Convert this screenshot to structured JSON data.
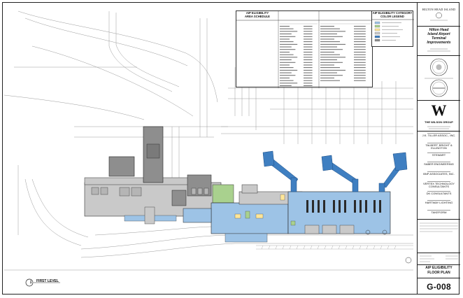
{
  "tables": {
    "area_schedule_title_1": "AIP ELIGIBILITY",
    "area_schedule_title_2": "AREA SCHEDULE",
    "legend_title_1": "AIP ELIGIBILITY CATEGORY",
    "legend_title_2": "COLOR LEGEND"
  },
  "title_block": {
    "project_name_1": "Hilton Head",
    "project_name_2": "Island Airport",
    "project_name_3": "Terminal",
    "project_name_4": "Improvements",
    "firm": "THE WILSON GROUP",
    "consultants": [
      "J.K. TILLER ASSOC., INC.",
      "TALBERT, BRIGHT & ELLINGTON",
      "STEWART",
      "SABER ENGINEERING",
      "BNP ASSOCIATES, INC.",
      "VERTEX TECHNOLOGY CONSULTANTS",
      "DK CONSULTANTS",
      "HARTWAY LIGHTING",
      "TAKEFORM"
    ],
    "sheet_title_1": "AIP ELIGIBILITY",
    "sheet_title_2": "FLOOR PLAN",
    "sheet_number": "G-008"
  },
  "view": {
    "number": "1",
    "title": "FIRST LEVEL"
  },
  "colors": {
    "eligible_blue": "#9dc3e6",
    "bridge_blue": "#3f7fc1",
    "non_eligible_gray": "#c9c9c9",
    "dark_gray": "#8e8e8e",
    "green": "#a9d18e",
    "yellow": "#ffe699",
    "line": "#888888"
  }
}
